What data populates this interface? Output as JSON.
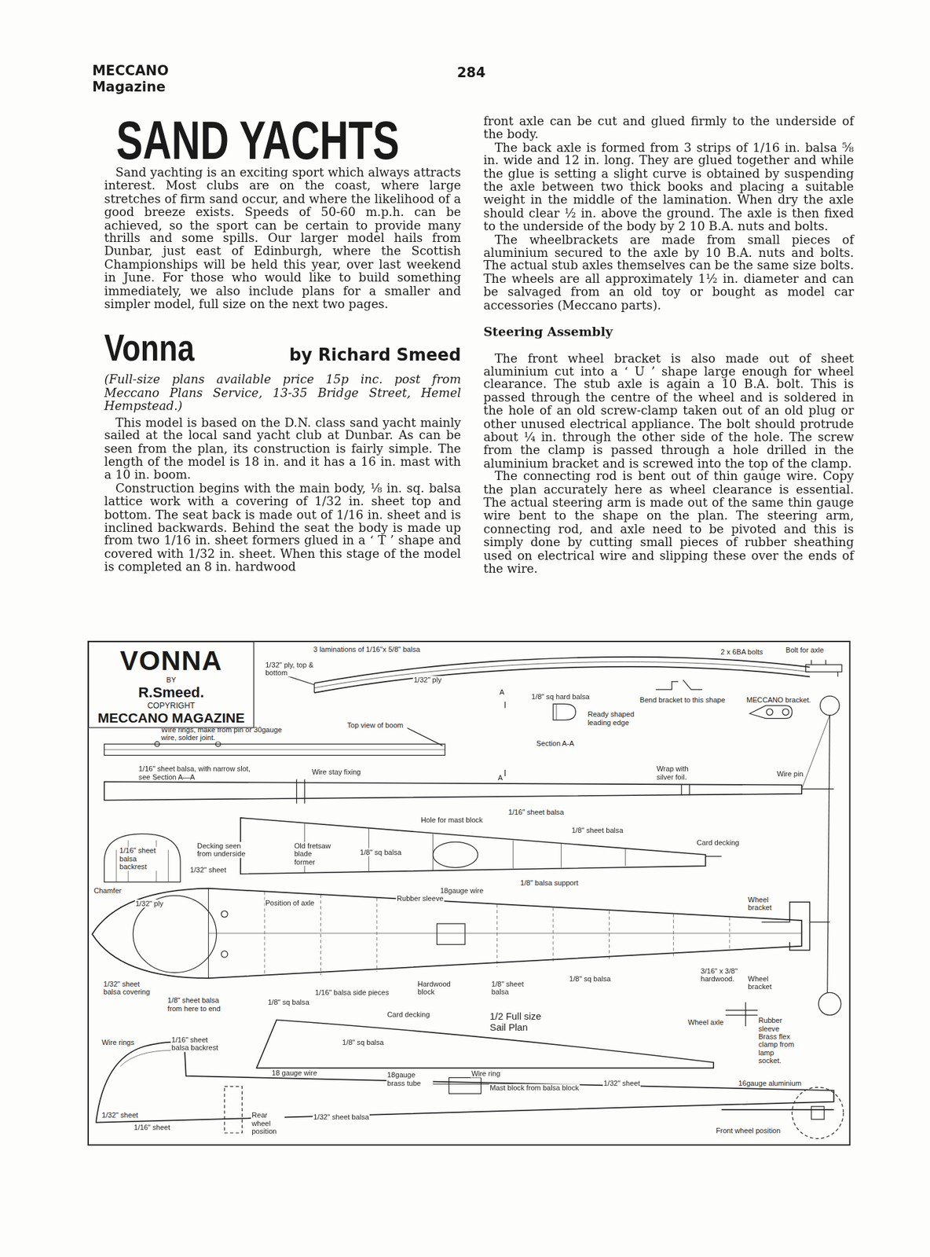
{
  "diagram": {
    "title": "SAND YACHTS",
    "nodes": [
      {
        "text": [
          "VONNA",
          "BY",
          "R.Smeed.",
          "COPYRIGHT",
          "MECCANO MAGAZINE"
        ]
      }
    ],
    "edges": [],
    "labels": [
      "MECCANO",
      "Magazine",
      "284",
      "Sand yachting is an exciting sport which always attracts interest. Most clubs are on the coast, where large stretches of firm sand occur, and where the likelihood of a good breeze exists. Speeds of 50-60 m.p.h. can be achieved, so the sport can be certain to provide many thrills and some spills. Our larger model hails from Dunbar, just east of Edinburgh, where the Scottish Championships will be held this year, over last weekend in June. For those who would like to build something immediately, we also include plans for a smaller and simpler model, full size on the next two pages.",
      "Vonna",
      "by Richard Smeed",
      "(Full-size plans available price 15p inc. post from Meccano Plans Service, 13-35 Bridge Street, Hemel Hempstead.)",
      "This model is based on the D.N. class sand yacht mainly sailed at the local sand yacht club at Dunbar. As can be seen from the plan, its construction is fairly simple. The length of the model is 18 in. and it has a 16 in. mast with a 10 in. boom.",
      "Construction begins with the main body, ⅛ in. sq. balsa lattice work with a covering of 1/32 in. sheet top and bottom. The seat back is made out of 1/16 in. sheet and is inclined backwards. Behind the seat the body is made up from two 1/16 in. sheet formers glued in a ‘ T ’ shape and covered with 1/32 in. sheet. When this stage of the model is completed an 8 in. hardwood",
      "front axle can be cut and glued firmly to the underside of the body.",
      "The back axle is formed from 3 strips of 1/16 in. balsa ⅝ in. wide and 12 in. long. They are glued together and while the glue is setting a slight curve is obtained by suspending the axle between two thick books and placing a suitable weight in the middle of the lamination. When dry the axle should clear ½ in. above the ground. The axle is then fixed to the underside of the body by 2 10 B.A. nuts and bolts.",
      "The wheelbrackets are made from small pieces of aluminium secured to the axle by 10 B.A. nuts and bolts. The actual stub axles themselves can be the same size bolts. The wheels are all approximately 1½ in. diameter and can be salvaged from an old toy or bought as model car accessories (Meccano parts).",
      "Steering Assembly",
      "The front wheel bracket is also made out of sheet aluminium cut into a ‘ U ’ shape large enough for wheel clearance. The stub axle is again a 10 B.A. bolt. This is passed through the centre of the wheel and is soldered in the hole of an old screw-clamp taken out of an old plug or other unused electrical appliance. The bolt should protrude about ¼ in. through the other side of the hole. The screw from the clamp is passed through a hole drilled in the aluminium bracket and is screwed into the top of the clamp.",
      "The connecting rod is bent out of thin gauge wire. Copy the plan accurately here as wheel clearance is essential. The actual steering arm is made out of the same thin gauge wire bent to the shape on the plan. The steering arm, connecting rod, and axle need to be pivoted and this is simply done by cutting small pieces of rubber sheathing used on electrical wire and slipping these over the ends of the wire.",
      "3 laminations of 1/16\"x 5/8\" balsa",
      "1/32\" ply, top & bottom",
      "1/32\" ply",
      "A",
      "1/8\" sq hard balsa",
      "Ready shaped leading edge",
      "Section A-A",
      "Top view of boom",
      "2 x 6BA bolts",
      "Bolt for axle",
      "Bend bracket to this shape",
      "MECCANO bracket.",
      "Wire rings, make from pin or 30gauge wire, solder joint.",
      "1/16\" sheet balsa, with narrow slot, see Section A—A",
      "Wire stay fixing",
      "A",
      "Wrap with silver foil.",
      "Wire pin",
      "1/16\" sheet balsa",
      "Hole for mast block",
      "1/8\" sheet balsa",
      "Card decking",
      "1/16\" sheet balsa backrest",
      "Decking seen from underside",
      "1/32\" sheet",
      "Old fretsaw blade former",
      "1/8\" sq balsa",
      "Chamfer",
      "1/8\" balsa support",
      "18gauge wire",
      "Rubber sleeve",
      "1/32\" ply",
      "Position of axle",
      "Wheel bracket",
      "1/32\" sheet balsa covering",
      "Hardwood block",
      "1/8\" sheet balsa",
      "1/8\" sq balsa",
      "3/16\" x 3/8\" hardwood.",
      "Wheel bracket",
      "1/8\" sheet balsa from here to end",
      "1/8\" sq balsa",
      "1/16\" balsa side pieces",
      "Card decking",
      "1/2 Full size Sail Plan",
      "Wheel axle",
      "Rubber sleeve Brass flex clamp from lamp socket.",
      "Wire rings",
      "1/16\" sheet balsa backrest",
      "1/8\" sq balsa",
      "18 gauge wire",
      "18gauge brass tube",
      "Wire ring",
      "Mast block from balsa block",
      "1/32\" sheet",
      "16gauge aluminium",
      "1/32\" sheet",
      "1/16\" sheet",
      "Rear wheel position",
      "1/32\" sheet balsa",
      "Front wheel position"
    ]
  }
}
